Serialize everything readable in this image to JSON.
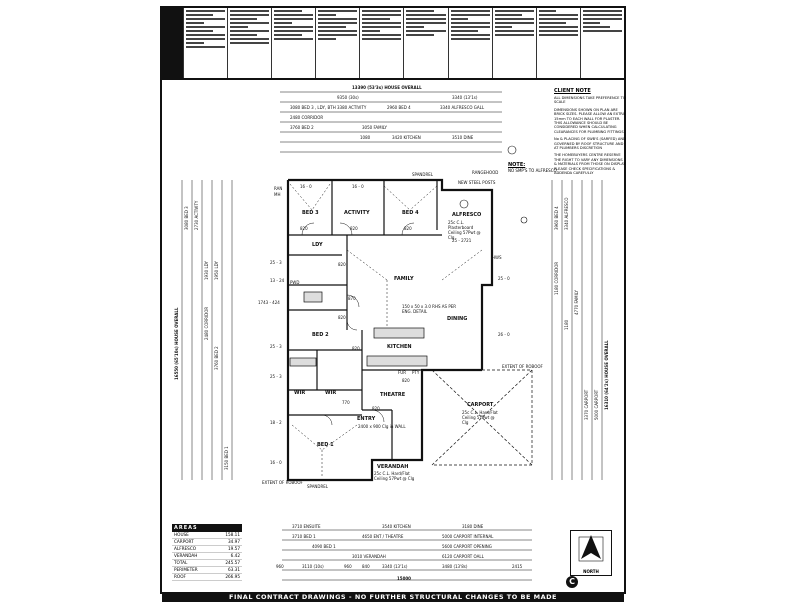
{
  "banner": "FINAL CONTRACT DRAWINGS - NO FURTHER STRUCTURAL CHANGES TO BE MADE",
  "overall": {
    "house_overall": "13390 (53'3s) HOUSE OVERALL",
    "front_width": "9350 (30s)",
    "alfresco_width": "3340 (13'1s)",
    "depth_overall": "16550 (65'10s) HOUSE OVERALL",
    "depth_overall_right": "16310 (64'2s) HOUSE OVERALL"
  },
  "top_dims": [
    "3080 BED 3 , LDY, BTH",
    "3380 ACTIVITY",
    "2960 BED 4",
    "3340 ALFRESCO GALL",
    "2480 CORRIDOR",
    "3760 BED 2",
    "3050 FAMILY",
    "1080",
    "3420 KITCHEN",
    "3510 DINE"
  ],
  "rooms": {
    "bed3": "BED 3",
    "activity": "ACTIVITY",
    "bed4": "BED 4",
    "alfresco": "ALFRESCO",
    "ldy": "LDY",
    "family": "FAMILY",
    "bed2": "BED 2",
    "dining": "DINING",
    "kitchen": "KITCHEN",
    "wir1": "WIR",
    "wir2": "WIR",
    "theatre": "THEATRE",
    "entry": "ENTRY",
    "bed1": "BED 1",
    "carport": "CARPORT",
    "verandah": "VERANDAH"
  },
  "room_notes": {
    "alfresco": "25c C.L. Plasterboard Ceiling 57Pwt @ Clg",
    "carport": "25c C.L. Hard/Flat Ceiling 57Pwt @ Clg",
    "verandah": "25c C.L. Hard/Flat Ceiling 57Pwt @ Clg",
    "family": "150 x 50 x 3.0 RHS AS PER ENG. DETAIL",
    "entry": "2400 x 900 Clg in WALL"
  },
  "heights": [
    "16 - 0",
    "16 - 0",
    "25 - 3",
    "25 - 2721",
    "25 - 0",
    "26 - 0",
    "25 - 3",
    "18 - 2",
    "16 - 0",
    "13 - 24",
    "25 - 3",
    "1743 - 424"
  ],
  "doors": [
    "820",
    "820",
    "820",
    "820",
    "820",
    "870",
    "820",
    "770",
    "820",
    "820"
  ],
  "labels_small": [
    "SPANDREL",
    "SPANDREL",
    "EXTENT OF ROBOOF",
    "EXTENT OF ROBOOF",
    "NEW STEEL POSTS",
    "RANGEHOOD",
    "MH",
    "RAN",
    "PWD",
    "PTY",
    "FUR",
    "HWS"
  ],
  "note": {
    "title": "NOTE:",
    "text": "NO SMP'S TO ALFRESCO"
  },
  "client_note": {
    "title": "CLIENT NOTE",
    "paras": [
      "ALL DIMENSIONS TAKE PREFERENCE TO SCALE",
      "DIMENSIONS SHOWN ON PLAN ARE BRICK SIZES. PLEASE ALLOW AN EXTRA 15mm TO EACH WALL FOR PLASTER. THIS ALLOWANCE SHOULD BE CONSIDERED WHEN CALCULATING CLEARANCES FOR PLUMBING FITTINGS",
      "No & PLACING OF SWB'S (SARFED) AND GOVERNED BY ROOF STRUCTURE AND AT PLUMBERS DISCRETION",
      "THE HOMEBUYERS CENTRE RESERVE THE RIGHT TO VARY ANY DIMENSIONS & MATERIALS FROM THOSE ON DISPLAY. PLEASE CHECK SPECIFICATIONS & ADDENDA CAREFULLY"
    ]
  },
  "areas": {
    "title": "AREAS",
    "rows": [
      {
        "name": "HOUSE",
        "value": "158.11"
      },
      {
        "name": "CARPORT",
        "value": "34.97"
      },
      {
        "name": "ALFRESCO",
        "value": "19.57"
      },
      {
        "name": "VERANDAH",
        "value": "6.42"
      },
      {
        "name": "TOTAL",
        "value": "245.57"
      },
      {
        "name": "PERIMETER",
        "value": "63.31"
      },
      {
        "name": "ROOF",
        "value": "266.95"
      }
    ]
  },
  "bottom_dims": {
    "row1": [
      "3710 ENSUITE",
      "3540 KITCHEN",
      "3180 DINE"
    ],
    "row2": [
      "3710 BED 1",
      "4650 ENT / THEATRE",
      "5000 CARPORT INTERNAL"
    ],
    "row3": [
      "4090 BED 1",
      "5600 CARPORT OPENING"
    ],
    "row4": [
      "3010 VERANDAH",
      "6120 CARPORT OALL"
    ],
    "row5": [
      "960",
      "3110 (10s)",
      "960",
      "840",
      "3340 (13'1s)",
      "3480 (13'8s)",
      "2415"
    ],
    "overall": "15000"
  },
  "left_dims": [
    "3080 BED 3",
    "2730 ACTIVITY",
    "1930 LDY",
    "1950 LDY",
    "2480 CORRIDOR",
    "3760 BED 2",
    "3150 BED 1"
  ],
  "right_dims": [
    "3960 BED 4",
    "3340 ALFRESCO",
    "1180 CORRIDOR",
    "4770 FAMILY",
    "1180",
    "3370 CARPORT",
    "5000 CARPORT"
  ],
  "north_label": "NORTH",
  "logo_letter": "C"
}
